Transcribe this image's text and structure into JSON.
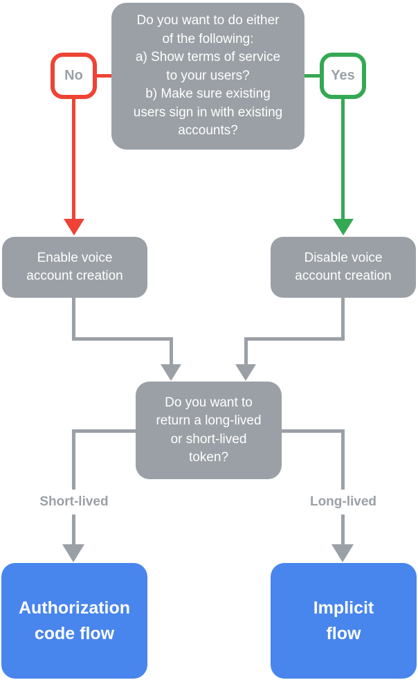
{
  "palette": {
    "gray": "#9AA0A6",
    "red": "#EE4335",
    "green": "#34A853",
    "blue": "#4885ED",
    "white": "#FFFFFF",
    "label-text": "#9AA0A6"
  },
  "flowchart": {
    "top_question": "Do you want to do either\nof the following:\na) Show terms of service\nto your users?\nb) Make sure existing\nusers sign in with existing\naccounts?",
    "no_label": "No",
    "yes_label": "Yes",
    "enable_node": "Enable voice\naccount creation",
    "disable_node": "Disable voice\naccount creation",
    "token_question": "Do you want to\nreturn a long-lived\nor short-lived\ntoken?",
    "short_lived_label": "Short-lived",
    "long_lived_label": "Long-lived",
    "auth_code_node": "Authorization\ncode flow",
    "implicit_node": "Implicit\nflow"
  }
}
